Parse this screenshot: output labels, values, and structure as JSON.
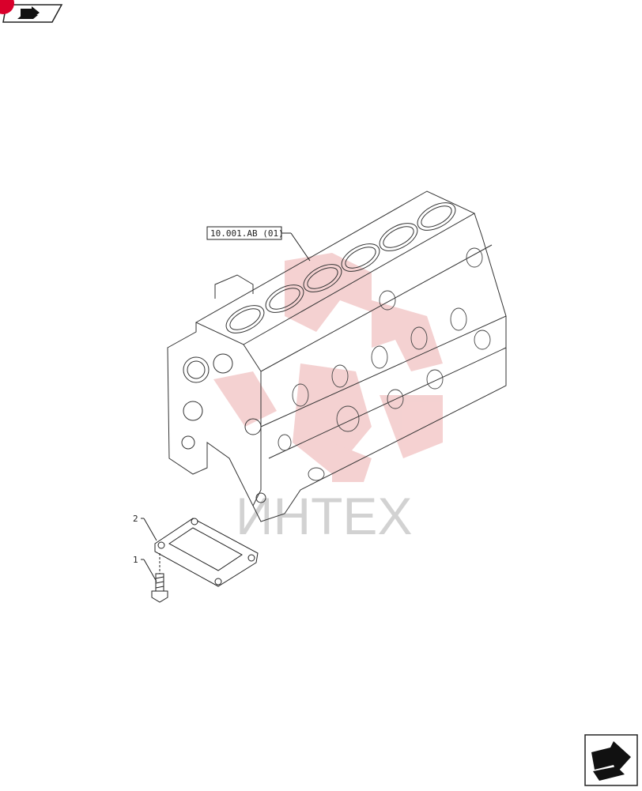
{
  "reference_label": "10.001.AB (01)",
  "callouts": [
    {
      "number": "2",
      "part": "gasket"
    },
    {
      "number": "1",
      "part": "bolt"
    }
  ],
  "watermark": {
    "text": "ИНТЕХ",
    "color": "#e8b0b0"
  },
  "nav": {
    "prev_icon": "arrow-back-icon",
    "next_icon": "arrow-forward-icon",
    "badge_color": "#d9002b"
  }
}
